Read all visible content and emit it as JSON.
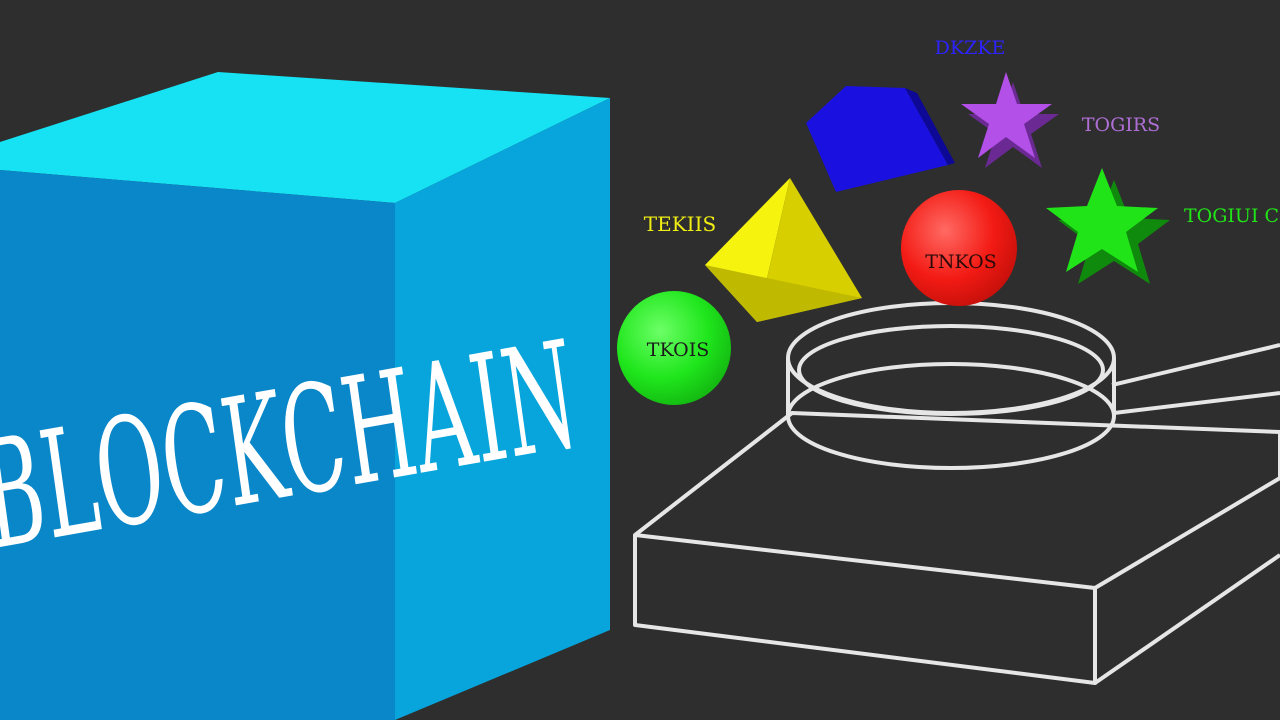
{
  "scene": {
    "background": "#2e2e2e",
    "cube": {
      "label": "BLOCKCHAIN",
      "colors": {
        "top": "#16e2f3",
        "front": "#0a87c9",
        "side": "#08a5dc",
        "label": "#ffffff"
      }
    },
    "tokens": [
      {
        "shape": "green-sphere",
        "label": "TKOIS",
        "color": "#1fe61c"
      },
      {
        "shape": "yellow-pyramid",
        "label": "TEKIIS",
        "color": "#f0ee12"
      },
      {
        "shape": "red-sphere",
        "label": "TNKOS",
        "color": "#f31a14"
      },
      {
        "shape": "blue-pentagon",
        "label": "DKZKE",
        "color": "#1a10e0"
      },
      {
        "shape": "purple-star",
        "label": "TOGIRS",
        "color": "#b250e8"
      },
      {
        "shape": "green-star",
        "label": "TOGIUI CH",
        "color": "#21e418"
      }
    ],
    "scanner": {
      "shape": "magnifier-platform-outline",
      "stroke": "#e6e6e6"
    }
  }
}
